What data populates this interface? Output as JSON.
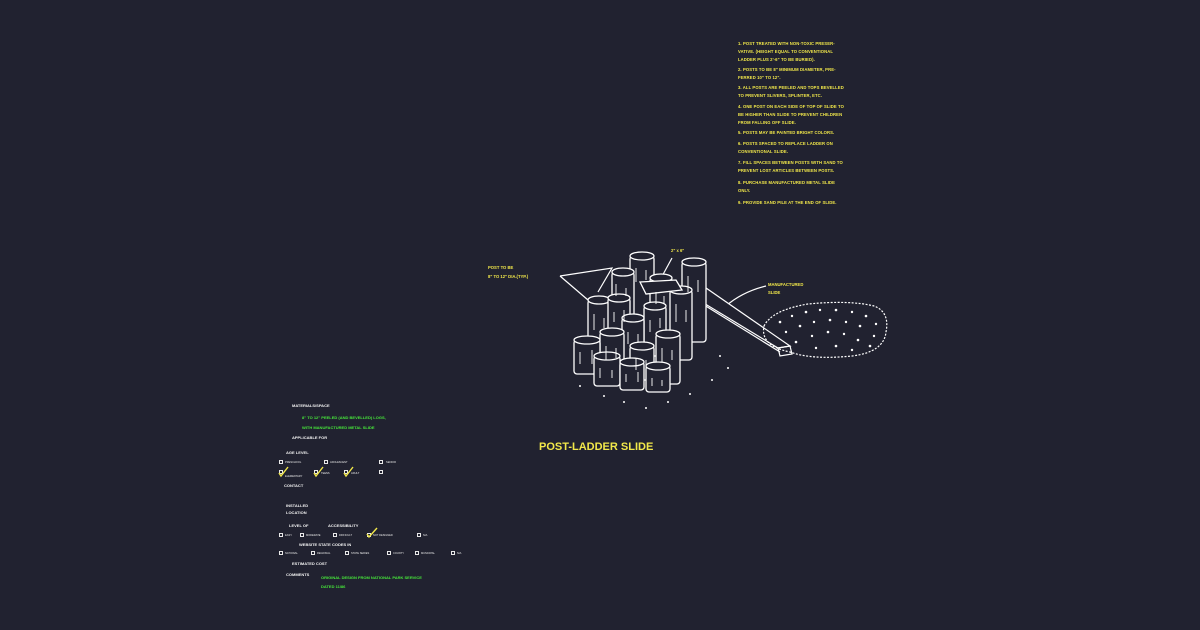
{
  "notes": [
    "1. POST TREATED WITH NON-TOXIC PRESER-\nVATIVE. (HEIGHT EQUAL TO CONVENTIONAL\nLADDER PLUS 2'-6\" TO BE BURIED).",
    "2. POSTS TO BE 8\" MINIMUM DIAMETER, PRE-\nFERRED 10\" TO 12\".",
    "3. ALL POSTS ARE PEELED AND TOPS BEVELLED\nTO PREVENT SLIVERS, SPLINTER, ETC.",
    "4. ONE POST ON EACH SIDE OF TOP OF SLIDE TO\nBE HIGHER THAN SLIDE TO PREVENT CHILDREN\nFROM FALLING OFF SLIDE.",
    "5. POSTS MAY BE PAINTED BRIGHT COLORS.",
    "6. POSTS SPACED TO REPLACE LADDER ON\nCONVENTIONAL SLIDE.",
    "7. FILL SPACES BETWEEN POSTS WITH SAND TO\nPREVENT LOST ARTICLES BETWEEN POSTS.",
    "8. PURCHASE MANUFACTURED METAL SLIDE\nONLY.",
    "9. PROVIDE SAND PILE AT THE END OF SLIDE."
  ],
  "callouts": {
    "post_size": "2\" x 6\"",
    "post_to_be_1": "POST TO BE",
    "post_to_be_2": "8\" TO 12\" DIA.(TYP.)",
    "manufactured_1": "MANUFACTURED",
    "manufactured_2": "SLIDE"
  },
  "title": "POST-LADDER SLIDE",
  "form": {
    "materials_label": "MATERIALS/SPACE",
    "materials_value_1": "8\" TO 12\" PEELED (AND BEVELLED) LOGS,",
    "materials_value_2": "WITH MANUFACTURED METAL SLIDE",
    "applicable_label": "APPLICABLE FOR",
    "age_level_label": "AGE LEVEL",
    "age_options": [
      "PRESCHOOL",
      "ELEMENTARY",
      "ADOLESCENT",
      "TEENS",
      "ADULT",
      "SENIOR"
    ],
    "contact_label": "CONTACT",
    "installed_label_1": "INSTALLED",
    "installed_label_2": "LOCATION",
    "level_of_label": "LEVEL OF",
    "accessibility_label": "ACCESSIBILITY",
    "accessibility_options": [
      "EASY",
      "MODERATE",
      "DIFFICULT",
      "NOT DESIGNED",
      "N/A"
    ],
    "website_label": "WEBSITE STATE CODES IN",
    "website_options": [
      "NATIONAL",
      "REGIONAL",
      "STATE SERIES",
      "COUNTY",
      "MUNICIPAL",
      "N/A"
    ],
    "estimated_cost_label": "ESTIMATED COST",
    "comments_label": "COMMENTS",
    "comments_value_1": "ORIGINAL DESIGN FROM NATIONAL PARK SERVICE",
    "comments_value_2": "DATED 11/86"
  },
  "colors": {
    "background": "#212230",
    "notes": "#f2e84a",
    "drawing": "#ffffff",
    "values": "#46e83a"
  }
}
